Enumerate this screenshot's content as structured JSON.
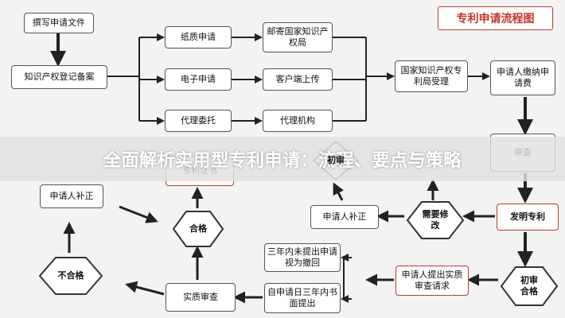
{
  "title": "专利申请流程图",
  "headline": "全面解析实用型专利申请：流程、要点与策略",
  "colors": {
    "accent": "#c0392b",
    "arrow": "#222222",
    "border": "#555555"
  },
  "nodes": {
    "write_docs": "撰写申请文件",
    "ip_filing": "知识产权登记备案",
    "paper_app": "纸质申请",
    "electronic_app": "电子申请",
    "agency": "代理委托",
    "mail_to_office": "邮寄国家知识产权局",
    "client_upload": "客户端上传",
    "agency_org": "代理机构",
    "office_accept": "国家知识产权专利局受理",
    "pay_fee": "申请人缴纳申请费",
    "substantive_review": "审查",
    "patent_cert": "专利证书",
    "prelim_review": "初审",
    "invention_patent": "发明专利",
    "needs_revision": "需要修改",
    "applicant_supplement_mid": "申请人补正",
    "applicant_supplement_left": "申请人补正",
    "qualified": "合格",
    "not_qualified": "不合格",
    "substantive_exam": "实质审查",
    "three_year_withdraw": "三年内未提出申请视为撤回",
    "within_three_years": "自申请日三年内书面提出",
    "request_substantive": "申请人提出实质审查请求",
    "prelim_qualified": "初审合格"
  }
}
